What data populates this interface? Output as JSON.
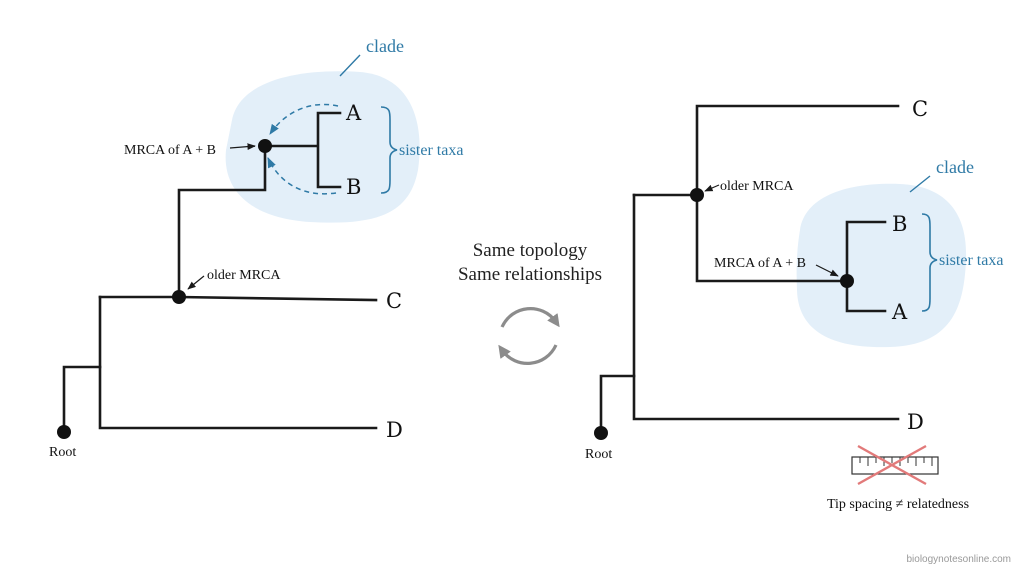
{
  "left_tree": {
    "tips": [
      "A",
      "B",
      "C",
      "D"
    ],
    "root_label": "Root",
    "mrca_label": "MRCA of A + B",
    "older_mrca_label": "older MRCA",
    "clade_label": "clade",
    "sister_label": "sister taxa"
  },
  "middle": {
    "line1": "Same topology",
    "line2": "Same relationships"
  },
  "right_tree": {
    "tips": [
      "C",
      "B",
      "A",
      "D"
    ],
    "root_label": "Root",
    "mrca_label": "MRCA of A + B",
    "older_mrca_label": "older MRCA",
    "clade_label": "clade",
    "sister_label": "sister taxa"
  },
  "note": "Tip spacing ≠ relatedness",
  "watermark": "biologynotesonline.com",
  "colors": {
    "clade_fill": "#e3eff9",
    "accent_blue": "#2f7aa6",
    "cross_red": "#e27a7a",
    "arrow_gray": "#8c8c8c"
  }
}
